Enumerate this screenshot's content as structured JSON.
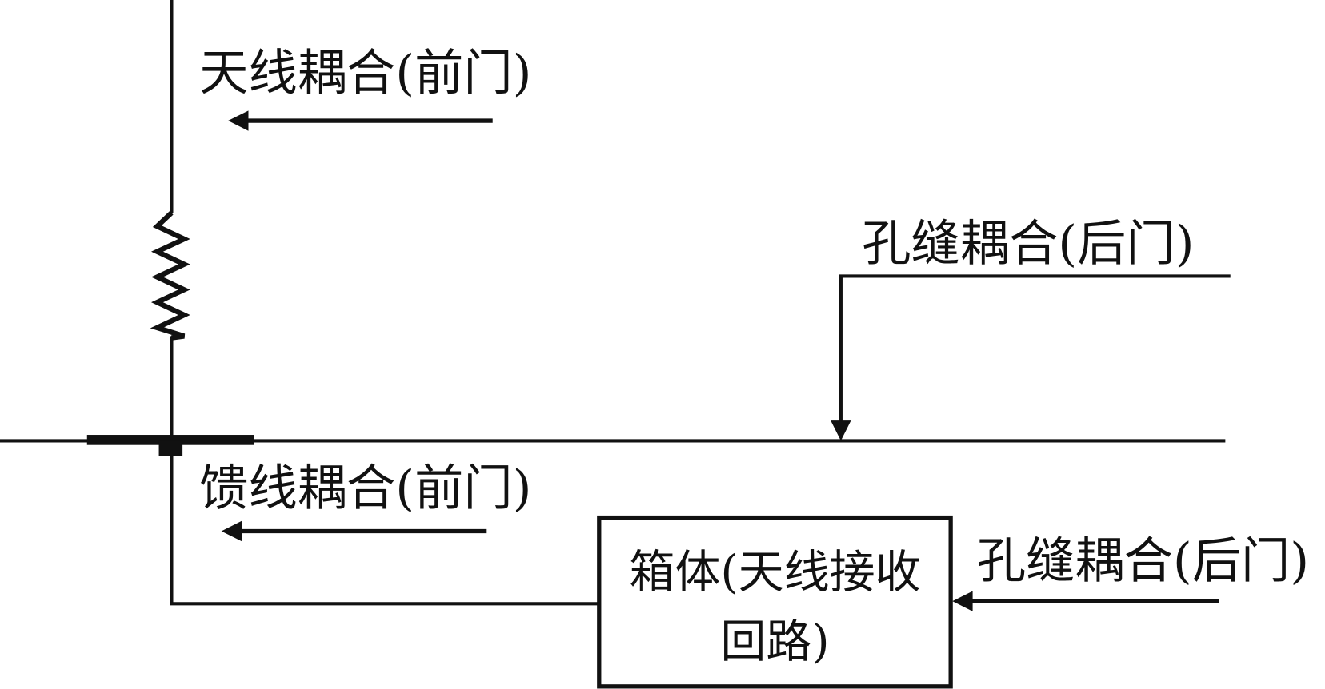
{
  "diagram": {
    "title": "",
    "colors": {
      "stroke": "#111111",
      "background": "#ffffff"
    },
    "labels": {
      "antenna_coupling_front": "天线耦合(前门)",
      "aperture_coupling_rear_top": "孔缝耦合(后门)",
      "feedline_coupling_front": "馈线耦合(前门)",
      "aperture_coupling_rear_box": "孔缝耦合(后门)"
    },
    "box": {
      "line1": "箱体(天线接收",
      "line2": "回路)"
    },
    "components": [
      {
        "name": "antenna-element",
        "symbol": "zigzag-coil-icon"
      },
      {
        "name": "feed-junction",
        "symbol": "t-junction-bar"
      }
    ],
    "arrows": [
      {
        "name": "antenna-coupling-arrow",
        "direction": "left"
      },
      {
        "name": "aperture-coupling-arrow-top",
        "direction": "down"
      },
      {
        "name": "feedline-coupling-arrow",
        "direction": "left"
      },
      {
        "name": "aperture-coupling-arrow-box",
        "direction": "left"
      }
    ]
  }
}
